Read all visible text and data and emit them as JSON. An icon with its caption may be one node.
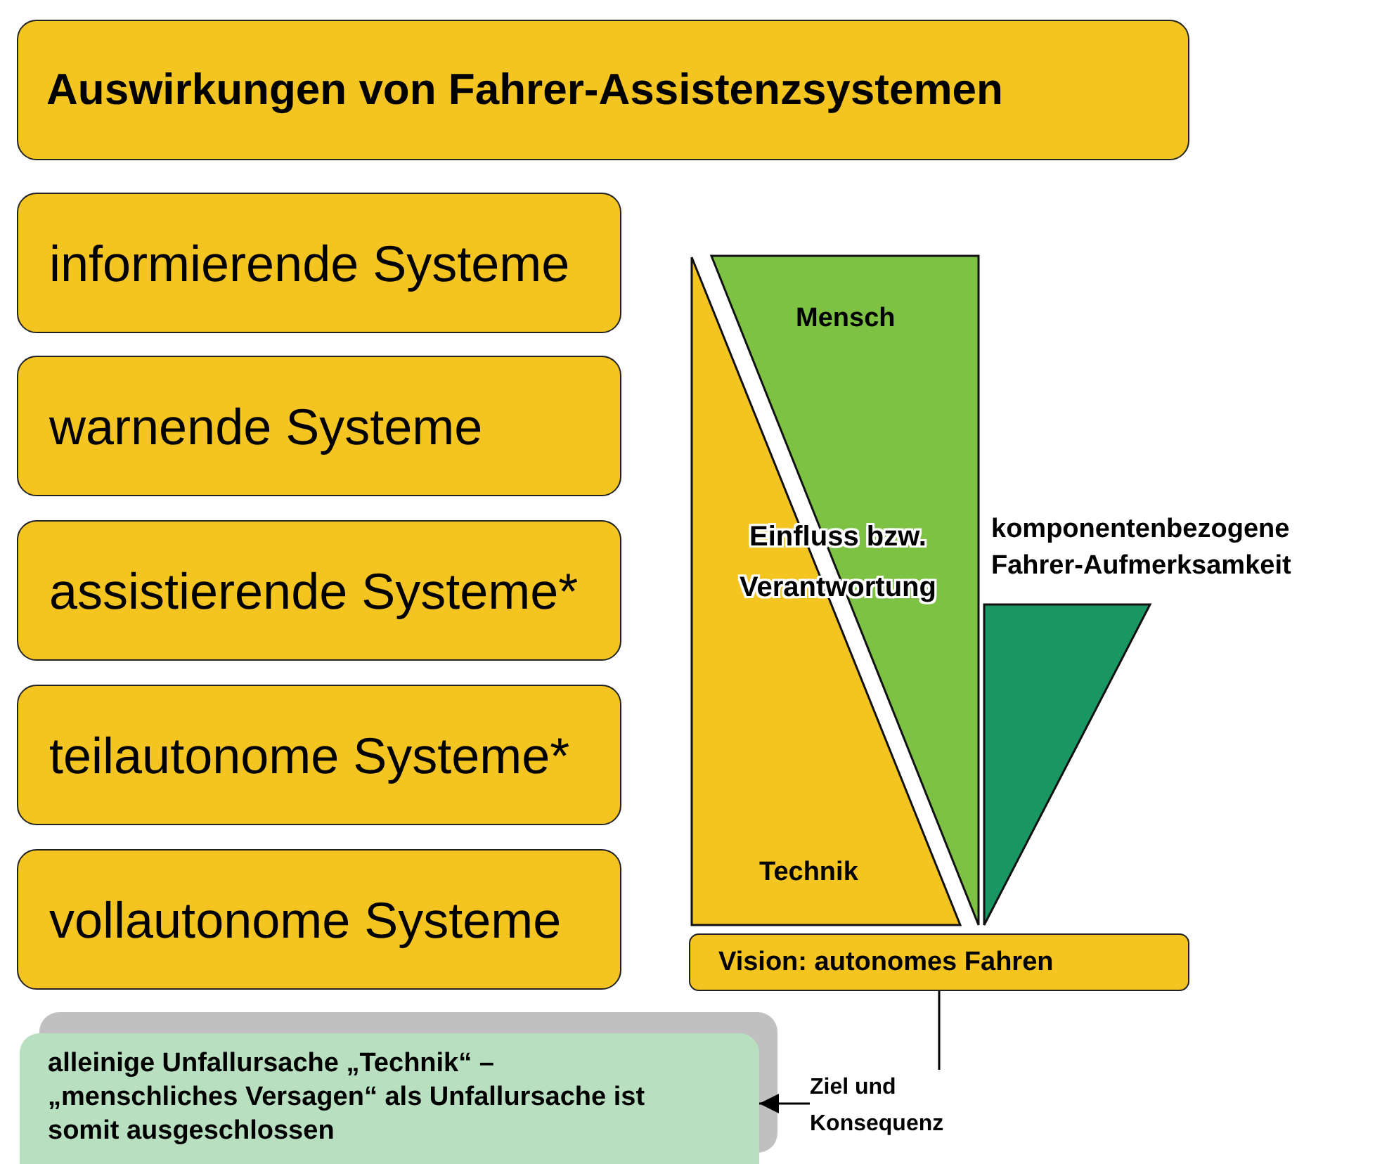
{
  "diagram": {
    "nodes": [
      {
        "text": [
          "Auswirkungen von Fahrer-Assistenzsystemen"
        ]
      },
      {
        "text": [
          "informierende Systeme"
        ]
      },
      {
        "text": [
          "warnende Systeme"
        ]
      },
      {
        "text": [
          "assistierende Systeme*"
        ]
      },
      {
        "text": [
          "teilautonome Systeme*"
        ]
      },
      {
        "text": [
          "vollautonome Systeme"
        ]
      },
      {
        "text": [
          "Mensch"
        ]
      },
      {
        "text": [
          "Technik"
        ]
      },
      {
        "text": [],
        "shape": "triangle"
      },
      {
        "text": [
          "Vision: autonomes Fahren"
        ]
      },
      {
        "text": [
          "alleinige Unfallursache „Technik“ – „menschliches Versagen“ als Unfallursache ist somit ausgeschlossen"
        ]
      }
    ],
    "edges": [
      {
        "from": 9,
        "to": 10,
        "arrow": "to",
        "label": "Ziel und Konsequenz"
      }
    ],
    "labels": [
      "komponentenbezogene Fahrer-Aufmerksamkeit",
      "Einfluss bzw. Verantwortung"
    ]
  }
}
